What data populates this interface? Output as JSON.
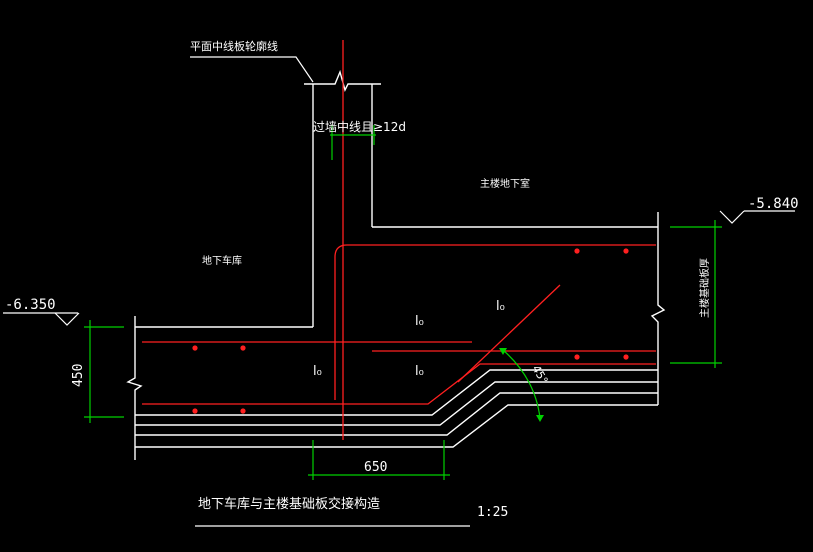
{
  "labels": {
    "top_leader": "平面中线板轮廓线",
    "wall_note": "过墙中线且≥12d",
    "main_basement": "主楼地下室",
    "garage": "地下车库",
    "main_thickness": "主楼基础板厚",
    "lo_1": "l₀",
    "lo_2": "l₀",
    "lo_3": "l₀",
    "lo_4": "l₀",
    "angle": "45°",
    "title": "地下车库与主楼基础板交接构造",
    "scale": "1:25"
  },
  "dimensions": {
    "elev_right": "-5.840",
    "elev_left": "-6.350",
    "dim_450": "450",
    "dim_650": "650"
  },
  "colors": {
    "outline": "#ffffff",
    "rebar": "#ff2020",
    "dimension": "#00d000",
    "background": "#000000"
  }
}
